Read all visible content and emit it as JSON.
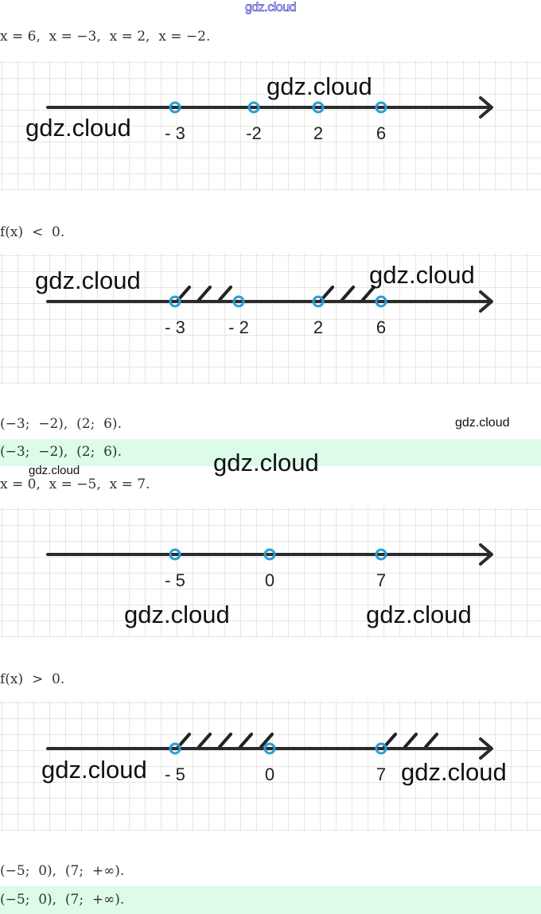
{
  "watermarks": {
    "header": "gdz.cloud",
    "text": "gdz.cloud"
  },
  "step1": {
    "roots_text": "x = 6,  x = −3,  x = 2,  x = −2."
  },
  "diagram1": {
    "points": [
      {
        "value": -3,
        "label": "- 3"
      },
      {
        "value": -2,
        "label": "-2"
      },
      {
        "value": 2,
        "label": "2"
      },
      {
        "value": 6,
        "label": "6"
      }
    ],
    "hatched": []
  },
  "step2": {
    "condition_text": "f(x)  <  0."
  },
  "diagram2": {
    "points": [
      {
        "value": -3,
        "label": "- 3"
      },
      {
        "value": -2,
        "label": "- 2"
      },
      {
        "value": 2,
        "label": "2"
      },
      {
        "value": 6,
        "label": "6"
      }
    ],
    "hatched": [
      [
        -3,
        -2
      ],
      [
        2,
        6
      ]
    ]
  },
  "answer1": {
    "text": "(−3;  −2),  (2;  6).",
    "highlighted": "(−3;  −2),  (2;  6)."
  },
  "step3": {
    "roots_text": "x = 0,  x = −5,  x = 7."
  },
  "diagram3": {
    "points": [
      {
        "value": -5,
        "label": "- 5"
      },
      {
        "value": 0,
        "label": "0"
      },
      {
        "value": 7,
        "label": "7"
      }
    ],
    "hatched": []
  },
  "step4": {
    "condition_text": "f(x)  >  0."
  },
  "diagram4": {
    "points": [
      {
        "value": -5,
        "label": "- 5"
      },
      {
        "value": 0,
        "label": "0"
      },
      {
        "value": 7,
        "label": "7"
      }
    ],
    "hatched": [
      [
        -5,
        0
      ],
      [
        7,
        "+inf"
      ]
    ]
  },
  "answer2": {
    "text": "(−5;  0),  (7;  +∞).",
    "highlighted": "(−5;  0),  (7;  +∞)."
  },
  "colors": {
    "axis": "#2b2b2b",
    "point": "#2a9fd6",
    "highlight_band": "#dcfbe9",
    "grid": "#e6e6e6"
  }
}
